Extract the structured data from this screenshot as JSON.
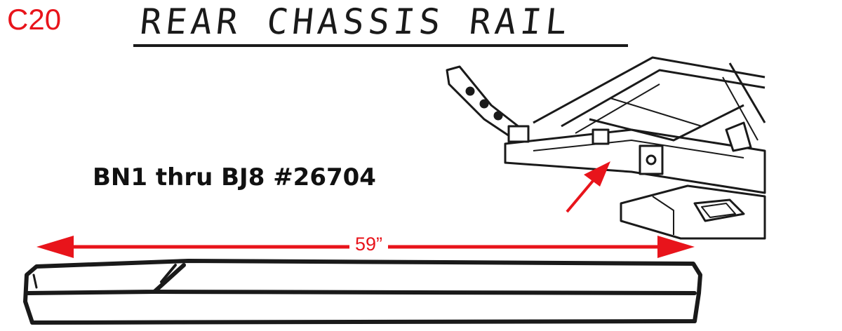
{
  "part_code": "C20",
  "title": "REAR CHASSIS RAIL",
  "applicability": "BN1 thru BJ8 #26704",
  "dimension": "59”",
  "colors": {
    "accent": "#e8141b",
    "ink": "#1a1a1a"
  }
}
